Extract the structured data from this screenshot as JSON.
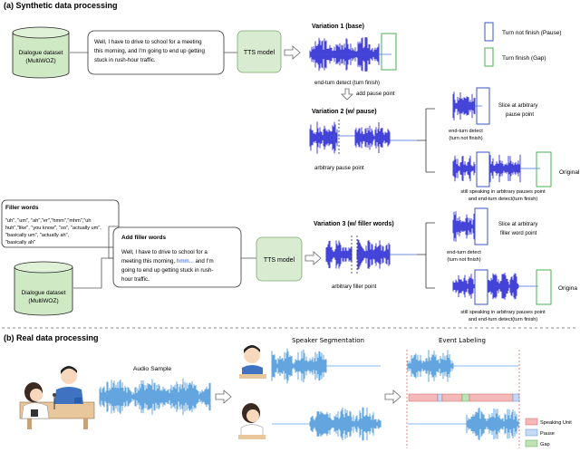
{
  "sections": {
    "a_title": "(a) Synthetic data processing",
    "b_title": "(b) Real data processing"
  },
  "dataset": {
    "line1": "Dialogue dataset",
    "line2": "(MultiWOZ)"
  },
  "sentence1": [
    "Well, I have to drive to school for a meeting",
    "this morning, and I'm going to end up getting",
    "stuck in rush-hour traffic."
  ],
  "tts_label": "TTS model",
  "variation1": {
    "title": "Variation 1 (base)",
    "caption": "end-turn detect (turn finish)",
    "add_pause": "add pause point"
  },
  "variation2": {
    "title": "Variation 2 (w/ pause)",
    "caption": "arbitrary pause point",
    "slice_caption1": "end-turn detect",
    "slice_caption2": "(turn not finish)",
    "slice_note1": "Slice at arbitrary",
    "slice_note2": "pause point",
    "orig_caption1": "still speaking in arbitrary pauses point",
    "orig_caption2": "and end-turn detect(turn  finish)",
    "original": "Original"
  },
  "legend_top": {
    "pause": "Turn not finish (Pause)",
    "gap": "Turn finish (Gap)"
  },
  "filler": {
    "title": "Filler words",
    "line1": "\"uh\", \"um\", \"ah\",\"er\",\"hmm\",\"mhm\",\"uh",
    "line2": "huh\",\"like\", \"you know\", \"so\", \"actually um\",",
    "line3": "\"basically um\", \"actually ah\",",
    "line4": "\"basically ah\""
  },
  "add_filler": {
    "title": "Add filler words",
    "line1": "Well, I have to drive to school for a",
    "line2a": "meeting this morning, ",
    "line2b": "hmm...",
    "line2c": " and I'm",
    "line3": "going to end up getting stuck in rush-",
    "line4": "hour traffic."
  },
  "variation3": {
    "title": "Variation 3 (w/ filler words)",
    "caption": "arbitrary filler point",
    "slice_caption1": "end-turn detect",
    "slice_caption2": "(turn not finish)",
    "slice_note1": "Slice at arbitrary",
    "slice_note2": "filler word point",
    "orig_caption1": "still speaking in arbitrary pauses point",
    "orig_caption2": "and end-turn detect(turn  finish)",
    "original": "Origina"
  },
  "real": {
    "audio_sample": "Audio Sample",
    "speaker_seg": "Speaker Segmentation",
    "event_label": "Event Labeling"
  },
  "legend_bottom": {
    "speaking": "Speaking Unit",
    "pause": "Pause",
    "gap": "Gap"
  },
  "colors": {
    "wave_dark": "#1515d0",
    "wave_light": "#3d8fd8",
    "pause_box": "#3a55c9",
    "gap_box": "#4caf50",
    "tts_fill": "#d9ecd2",
    "db_fill": "#cfe9c5",
    "speaking": "#f4b8b8",
    "pause_fill": "#c5daf5",
    "gap_fill": "#bfe3b5"
  }
}
